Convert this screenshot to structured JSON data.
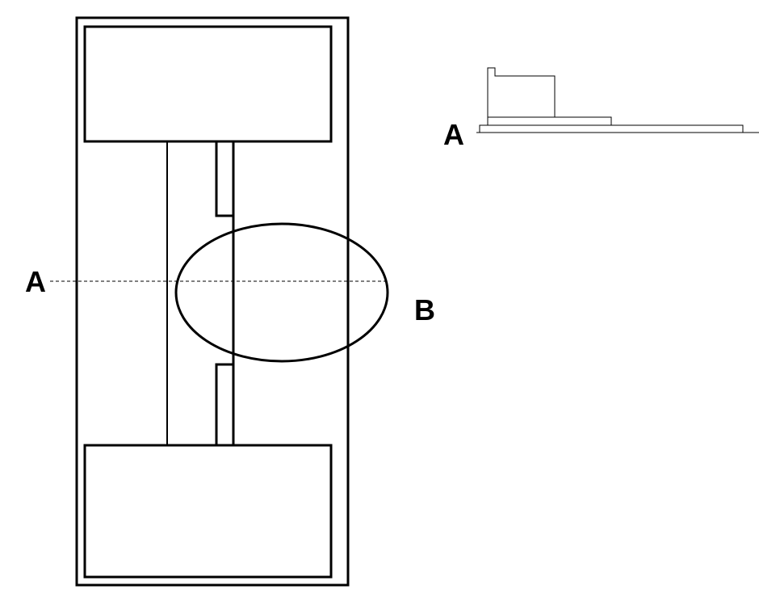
{
  "colors": {
    "stroke": "#000000",
    "background": "#ffffff"
  },
  "plan_view": {
    "section_label": "A",
    "detail_label": "B"
  },
  "section_view": {
    "label": "A"
  }
}
